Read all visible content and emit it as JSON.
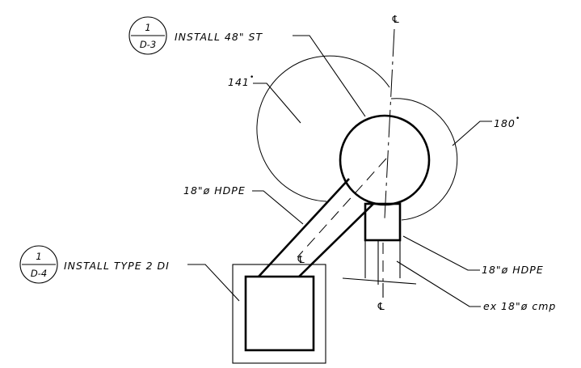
{
  "drawing": {
    "callouts": {
      "structure": {
        "num": "1",
        "sheet": "D-3",
        "text": "INSTALL 48\" ST"
      },
      "inlet": {
        "num": "1",
        "sheet": "D-4",
        "text": "INSTALL TYPE 2 DI"
      }
    },
    "angles": {
      "left": "141",
      "right": "180",
      "degree_mark": "•"
    },
    "pipes": {
      "upper_left": "18\"ø HDPE",
      "lower_right": "18\"ø HDPE",
      "existing": "ex 18\"ø cmp"
    },
    "centerline_symbol": "℄"
  }
}
